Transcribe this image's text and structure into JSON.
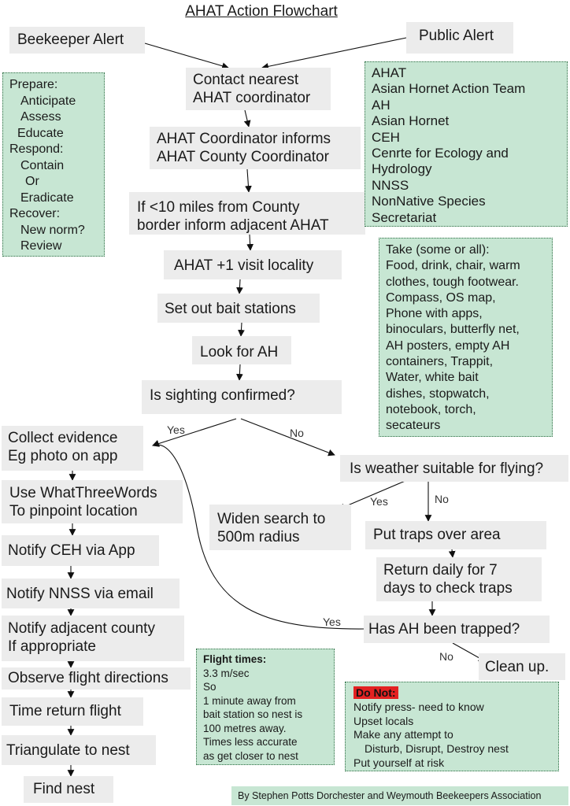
{
  "title": "AHAT Action Flowchart",
  "nodes": {
    "beekeeper_alert": [
      "Beekeeper Alert"
    ],
    "public_alert": [
      "Public Alert"
    ],
    "contact": [
      "Contact nearest",
      "AHAT coordinator"
    ],
    "informs": [
      "AHAT Coordinator informs",
      "AHAT County Coordinator"
    ],
    "border": [
      "If <10 miles from County",
      "border inform adjacent AHAT"
    ],
    "visit": [
      "AHAT +1 visit locality"
    ],
    "bait": [
      "Set out bait stations"
    ],
    "look": [
      "Look for AH"
    ],
    "confirmed": [
      "Is sighting confirmed?"
    ],
    "collect": [
      "Collect evidence",
      "Eg photo on app"
    ],
    "w3w": [
      "Use WhatThreeWords",
      "To pinpoint location"
    ],
    "notify_ceh": [
      "Notify CEH via App"
    ],
    "notify_nnss": [
      "Notify NNSS via email"
    ],
    "notify_county": [
      "Notify adjacent county",
      "If appropriate"
    ],
    "observe": [
      "Observe flight directions"
    ],
    "time_return": [
      "Time return flight"
    ],
    "triangulate": [
      "Triangulate to nest"
    ],
    "find_nest": [
      "Find nest"
    ],
    "weather": [
      "Is weather suitable for flying?"
    ],
    "widen": [
      "Widen search to",
      "500m radius"
    ],
    "traps": [
      "Put traps over area"
    ],
    "return_daily": [
      "Return daily for 7",
      "days to check traps"
    ],
    "trapped": [
      "Has AH been trapped?"
    ],
    "cleanup": [
      "Clean up."
    ]
  },
  "edge_labels": {
    "yes1": "Yes",
    "no1": "No",
    "yes2": "Yes",
    "no2": "No",
    "yes3": "Yes",
    "no3": "No"
  },
  "prepare_box": [
    "Prepare:",
    "Anticipate",
    "Assess",
    "Educate",
    "Respond:",
    "Contain",
    "Or",
    "Eradicate",
    "Recover:",
    "New norm?",
    "Review"
  ],
  "glossary_box": [
    "AHAT",
    "Asian Hornet Action Team",
    "AH",
    "Asian Hornet",
    "CEH",
    "Cenrte for Ecology and",
    "Hydrology",
    "NNSS",
    "NonNative Species",
    "Secretariat"
  ],
  "take_box": [
    "Take (some or all):",
    "Food, drink, chair, warm",
    "clothes, tough footwear.",
    "Compass, OS map,",
    "Phone with apps,",
    "binoculars, butterfly net,",
    "AH posters, empty AH",
    "containers, Trappit,",
    "Water, white bait",
    "dishes, stopwatch,",
    "notebook, torch,",
    "secateurs"
  ],
  "flight_box": {
    "heading": "Flight times:",
    "lines": [
      "3.3 m/sec",
      "So",
      "1 minute away from",
      "bait station so nest is",
      "100 metres away.",
      "Times less accurate",
      "as get closer to nest"
    ]
  },
  "donot_box": {
    "heading": "Do Not:",
    "lines": [
      "Notify press- need to know",
      "Upset locals",
      "Make any attempt to",
      "Disturb, Disrupt, Destroy nest",
      "Put yourself at risk"
    ]
  },
  "credit": "By Stephen Potts Dorchester and Weymouth Beekeepers Association",
  "colors": {
    "node_fill": "#ececec",
    "note_fill": "#c7e6d3",
    "note_border": "#2e6e44",
    "donot_highlight": "#e32222"
  }
}
